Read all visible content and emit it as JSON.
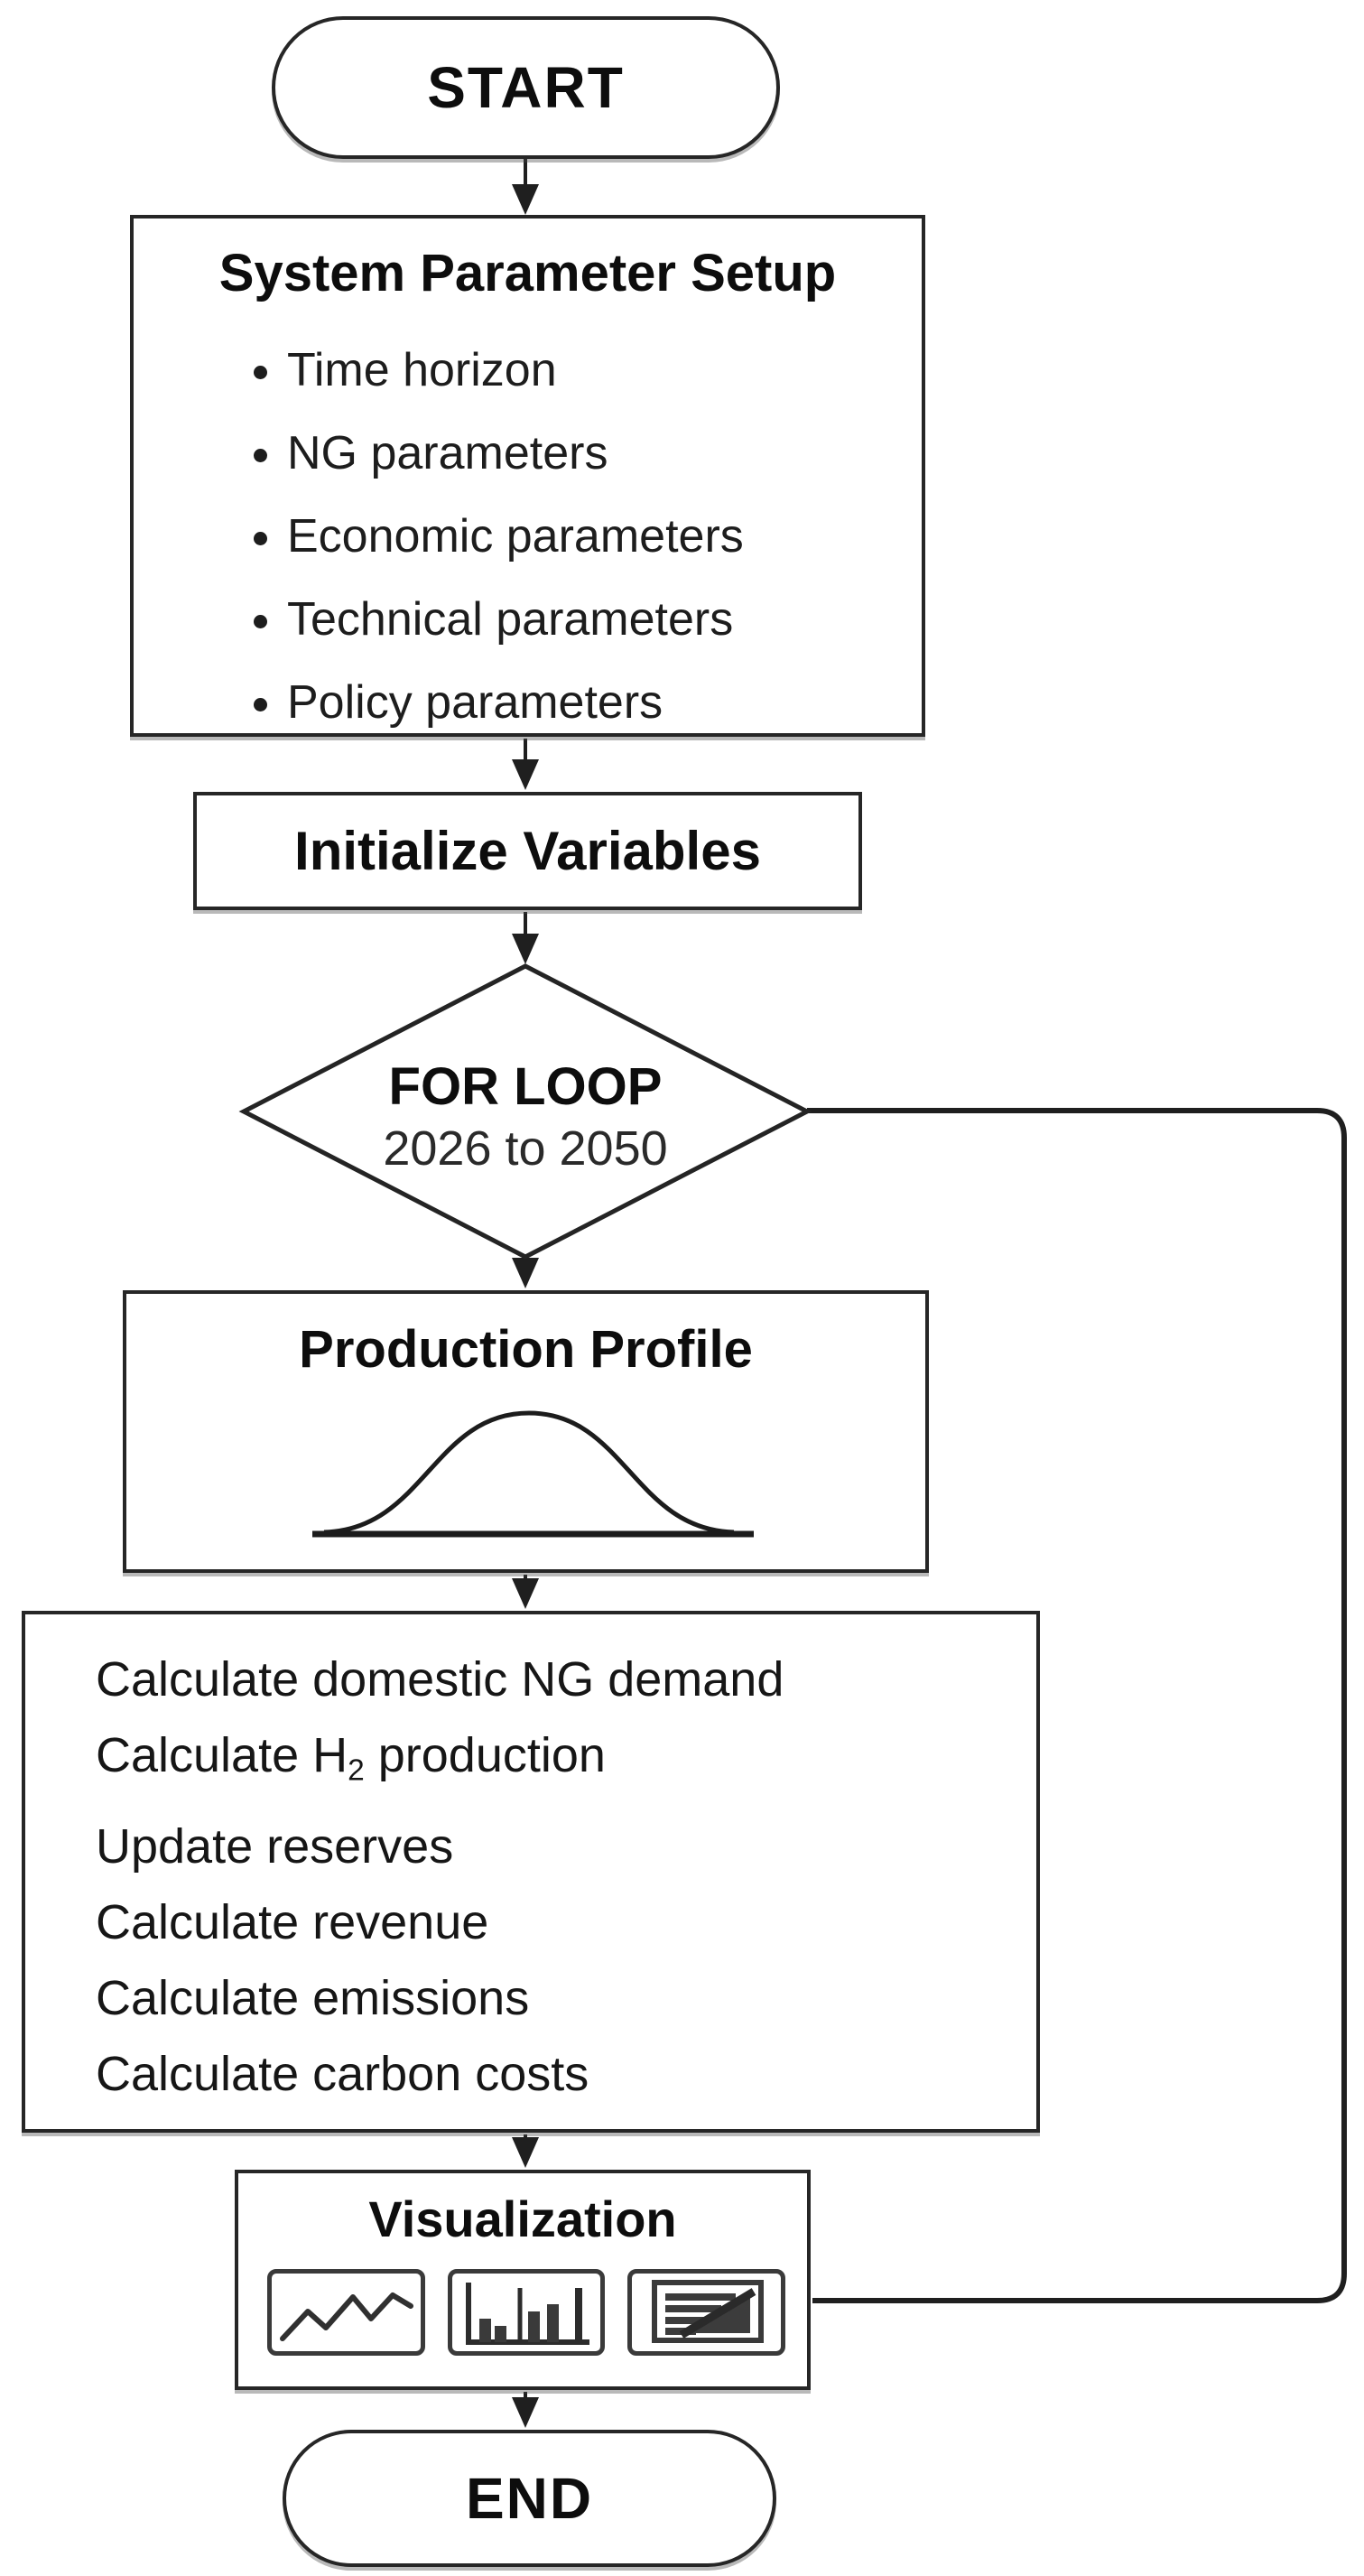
{
  "flowchart": {
    "colors": {
      "background": "#ffffff",
      "line": "#1f1f1f",
      "border": "#262626",
      "text": "#141414"
    },
    "start": {
      "label": "START"
    },
    "system_setup": {
      "title": "System Parameter Setup",
      "items": [
        "Time horizon",
        "NG parameters",
        "Economic parameters",
        "Technical parameters",
        "Policy parameters"
      ]
    },
    "initialize": {
      "label": "Initialize Variables"
    },
    "for_loop": {
      "title": "FOR LOOP",
      "range": "2026 to 2050"
    },
    "production_profile": {
      "title": "Production Profile",
      "figure": "bell-curve"
    },
    "calculations": {
      "items": [
        {
          "text": "Calculate domestic NG demand"
        },
        {
          "pre": "Calculate H",
          "sub": "2",
          "post": " production"
        },
        {
          "text": "Update reserves"
        },
        {
          "text": "Calculate revenue"
        },
        {
          "text": "Calculate emissions"
        },
        {
          "text": "Calculate carbon costs"
        }
      ]
    },
    "visualization": {
      "title": "Visualization",
      "icons": [
        "line-chart",
        "bar-chart",
        "report"
      ]
    },
    "end": {
      "label": "END"
    }
  }
}
